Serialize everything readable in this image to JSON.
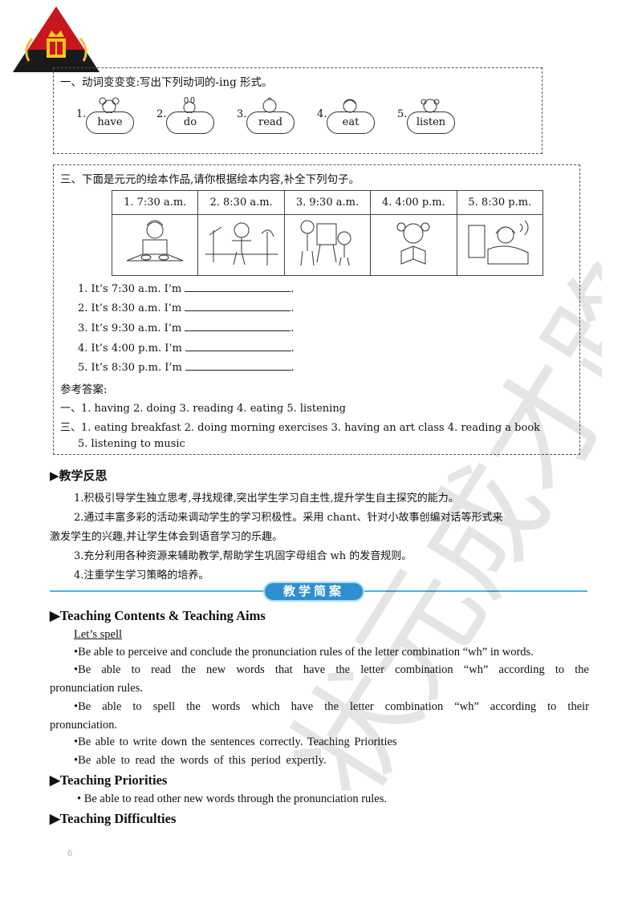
{
  "box1": {
    "title": "一、动词变变变:写出下列动词的-ing 形式。",
    "verbs": [
      {
        "num": "1.",
        "word": "have"
      },
      {
        "num": "2.",
        "word": "do"
      },
      {
        "num": "3.",
        "word": "read"
      },
      {
        "num": "4.",
        "word": "eat"
      },
      {
        "num": "5.",
        "word": "listen"
      }
    ]
  },
  "box2": {
    "title": "三、下面是元元的绘本作品,请你根据绘本内容,补全下列句子。",
    "schedule": [
      "1. 7:30 a.m.",
      "2. 8:30 a.m.",
      "3. 9:30 a.m.",
      "4. 4:00 p.m.",
      "5. 8:30 p.m."
    ],
    "sentences": [
      "1. It’s 7:30 a.m. I’m",
      "2. It’s 8:30 a.m. I’m",
      "3. It’s 9:30 a.m. I’m",
      "4. It’s 4:00 p.m. I’m",
      "5. It’s 8:30 p.m. I’m"
    ],
    "answers_title": "参考答案:",
    "answers": [
      "一、1. having   2. doing   3. reading   4. eating   5. listening",
      "三、1. eating breakfast   2. doing morning exercises   3. having an art class   4. reading a book",
      "5. listening to music"
    ]
  },
  "reflection": {
    "heading": "▶教学反思",
    "items": [
      "1.积极引导学生独立思考,寻找规律,突出学生学习自主性,提升学生自主探究的能力。",
      "2.通过丰富多彩的活动来调动学生的学习积极性。采用 chant、针对小故事创编对话等形式来",
      "激发学生的兴趣,并让学生体会到语音学习的乐趣。",
      "3.充分利用各种资源来辅助教学,帮助学生巩固字母组合 wh 的发音规则。",
      "4.注重学生学习策略的培养。"
    ]
  },
  "banner": "教学简案",
  "contents": {
    "heading": "▶Teaching Contents & Teaching Aims",
    "subheading": "Let’s spell",
    "lines": [
      "•Be able to perceive and conclude the pronunciation rules of the letter combination “wh” in words.",
      "•Be able to read the new words that have the letter combination “wh” according to the",
      "pronunciation rules.",
      "•Be able to spell the words which have the letter combination “wh” according to their",
      "pronunciation.",
      "•Be able to write down the sentences correctly. Teaching Priorities",
      "•Be able to read the words of this period expertly."
    ]
  },
  "priorities": {
    "heading": "▶Teaching Priorities",
    "line": "• Be able to read other new words through the pronunciation rules."
  },
  "difficulties": {
    "heading": "▶Teaching Difficulties"
  },
  "page_number": "6",
  "watermark": "状元成才路"
}
